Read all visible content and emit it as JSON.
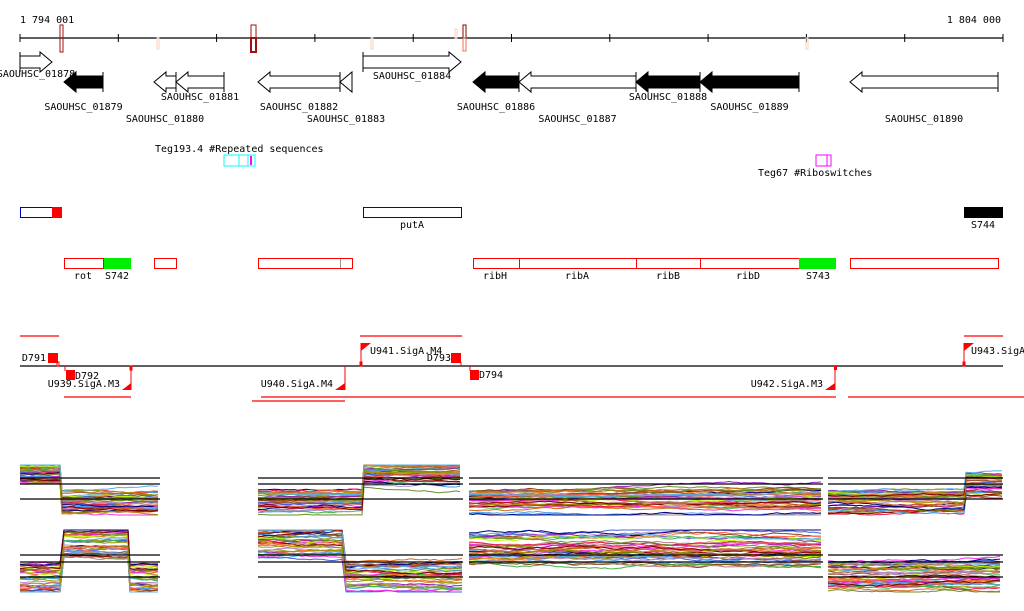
{
  "ruler": {
    "start_label": "1 794 001",
    "end_label": "1 804 000"
  },
  "genes": [
    {
      "label": "SAOUHSC_01878",
      "strand": "+",
      "essential": false
    },
    {
      "label": "SAOUHSC_01879",
      "strand": "-",
      "essential": true
    },
    {
      "label": "SAOUHSC_01880",
      "strand": "-",
      "essential": false
    },
    {
      "label": "SAOUHSC_01881",
      "strand": "-",
      "essential": false
    },
    {
      "label": "SAOUHSC_01882",
      "strand": "-",
      "essential": false
    },
    {
      "label": "SAOUHSC_01883",
      "strand": "-",
      "essential": false
    },
    {
      "label": "SAOUHSC_01884",
      "strand": "+",
      "essential": false
    },
    {
      "label": "SAOUHSC_01886",
      "strand": "-",
      "essential": true
    },
    {
      "label": "SAOUHSC_01887",
      "strand": "-",
      "essential": false
    },
    {
      "label": "SAOUHSC_01888",
      "strand": "-",
      "essential": true
    },
    {
      "label": "SAOUHSC_01889",
      "strand": "-",
      "essential": true
    },
    {
      "label": "SAOUHSC_01890",
      "strand": "-",
      "essential": false
    }
  ],
  "features": {
    "repeats_label": "Teg193.4 #Repeated sequences",
    "riboswitch_label": "Teg67 #Riboswitches"
  },
  "transcripts_plus": {
    "labels": [
      "putA",
      "S744"
    ]
  },
  "transcripts_minus": {
    "labels": [
      "rot",
      "S742",
      "ribH",
      "ribA",
      "ribB",
      "ribD",
      "S743"
    ]
  },
  "promoters": {
    "labels": [
      "D791",
      "D792",
      "U939.SigA.M3",
      "U940.SigA.M4",
      "U941.SigA.M4",
      "D793",
      "D794",
      "U942.SigA.M3",
      "U943.SigA"
    ]
  },
  "colors": {
    "promoter": "#ff0000",
    "srna": "#00ee00",
    "repeat": "#00ffff",
    "riboswitch": "#ff00ff",
    "plus_outline": "#0000cc",
    "minus_outline": "#ff0000"
  }
}
